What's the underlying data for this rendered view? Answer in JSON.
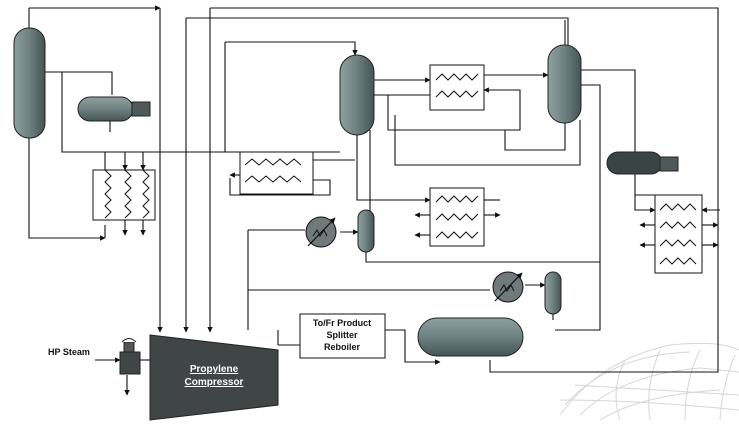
{
  "labels": {
    "hp_steam": "HP Steam",
    "compressor_line1": "Propylene",
    "compressor_line2": "Compressor",
    "reboiler_line1": "To/Fr Product",
    "reboiler_line2": "Splitter",
    "reboiler_line3": "Reboiler"
  },
  "colors": {
    "vessel": "#6f8080",
    "vessel_dark": "#3f4a4a",
    "compressor": "#404545",
    "line": "#111111",
    "watermark": "#d4d4d4"
  }
}
